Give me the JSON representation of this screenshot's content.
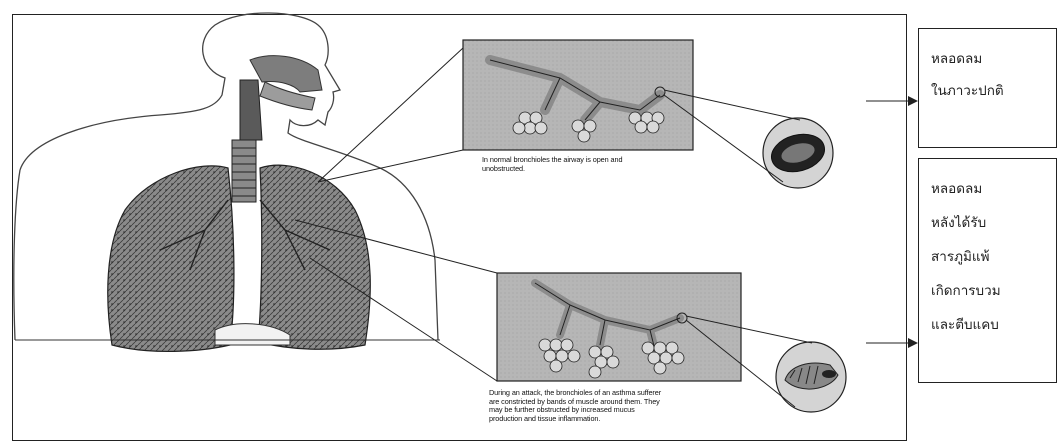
{
  "diagram": {
    "normal_caption": "In normal bronchioles the airway is open and unobstructed.",
    "attack_caption": "During an attack, the bronchioles of an asthma sufferer are constricted by bands of muscle around them. They may be further obstructed by increased mucus production and tissue inflammation.",
    "normal_label_lines": [
      "หลอดลม",
      "ในภาวะปกติ"
    ],
    "attack_label_lines": [
      "หลอดลม",
      "หลังได้รับ",
      "สารภูมิแพ้",
      "เกิดการบวม",
      "และตีบแคบ"
    ],
    "colors": {
      "line": "#222222",
      "lung": "#6b6b6b",
      "panel_bg": "#b8b8b8",
      "airway": "#9a9a9a"
    }
  }
}
